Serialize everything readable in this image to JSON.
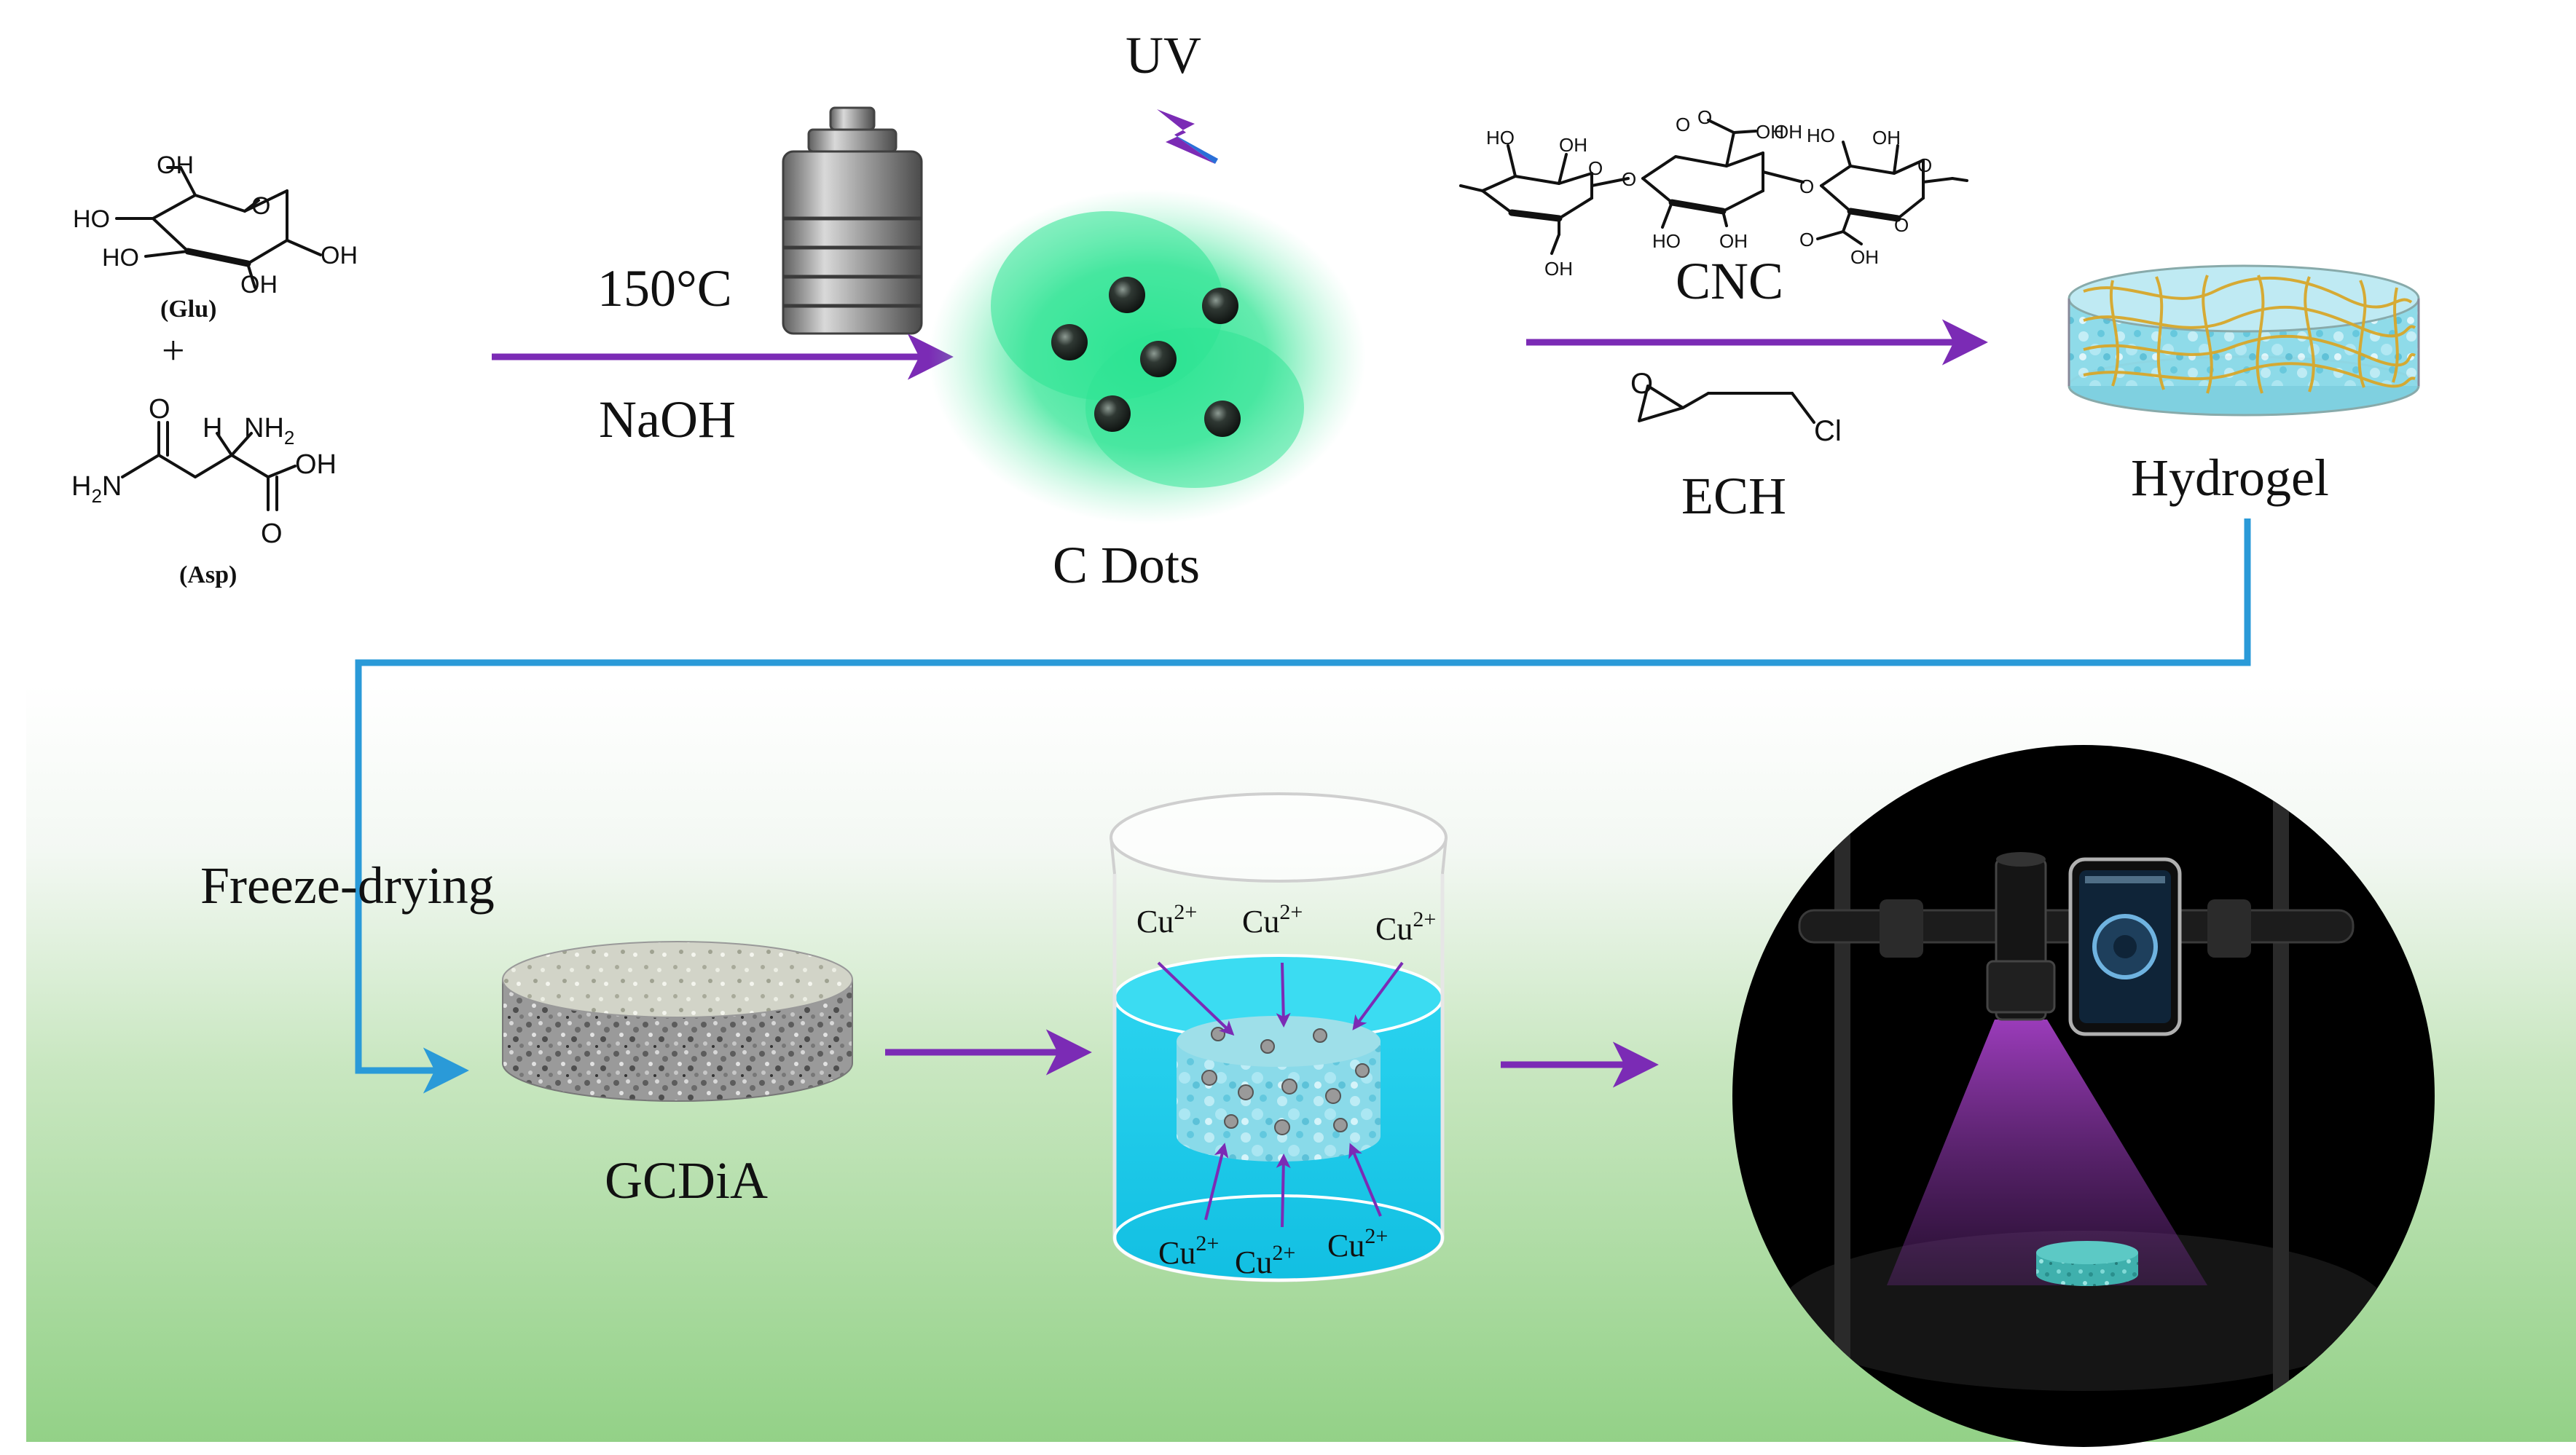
{
  "colors": {
    "arrow_purple": "#7b2bb5",
    "flow_blue": "#2a9ad8",
    "cdot_glow": "#22e08a",
    "water_cyan": "#19c7e6",
    "background_green": "#96d38a",
    "chamber_black": "#000000"
  },
  "molecules": {
    "glucose": {
      "name": "(Glu)",
      "oh_top": "OH",
      "ho_left": "HO",
      "ho_mid": "HO",
      "oh_bottom": "OH",
      "oh_right": "OH",
      "ring_o": "O"
    },
    "plus": "+",
    "asparagine": {
      "name": "(Asp)",
      "o_top": "O",
      "h": "H",
      "nh2": "NH",
      "nh2_sub": "2",
      "h2n": "H",
      "h2n_sub": "2",
      "h2n_n": "N",
      "oh": "OH",
      "o_bottom": "O"
    },
    "cnc": {
      "ho_a": "HO",
      "oh_a": "OH",
      "o_a": "O",
      "oh_b": "OH",
      "o_link1": "O",
      "o_ring2": "O",
      "ho_b": "HO",
      "oh_c": "OH",
      "oh_d": "OH",
      "o_c": "O",
      "oh_e": "OH",
      "o_link2": "O",
      "ho_c": "HO",
      "oh_f": "OH",
      "o_ring3": "O",
      "o_d": "O",
      "oh_g": "OH",
      "o_e": "O"
    },
    "ech": {
      "cl": "Cl",
      "o": "O"
    }
  },
  "labels": {
    "temperature": "150°C",
    "base": "NaOH",
    "uv": "UV",
    "cdots": "C Dots",
    "cnc": "CNC",
    "ech": "ECH",
    "hydrogel": "Hydrogel",
    "freeze_drying": "Freeze-drying",
    "gcdia": "GCDiA"
  },
  "ions": {
    "base": "Cu",
    "charge": "2+"
  }
}
